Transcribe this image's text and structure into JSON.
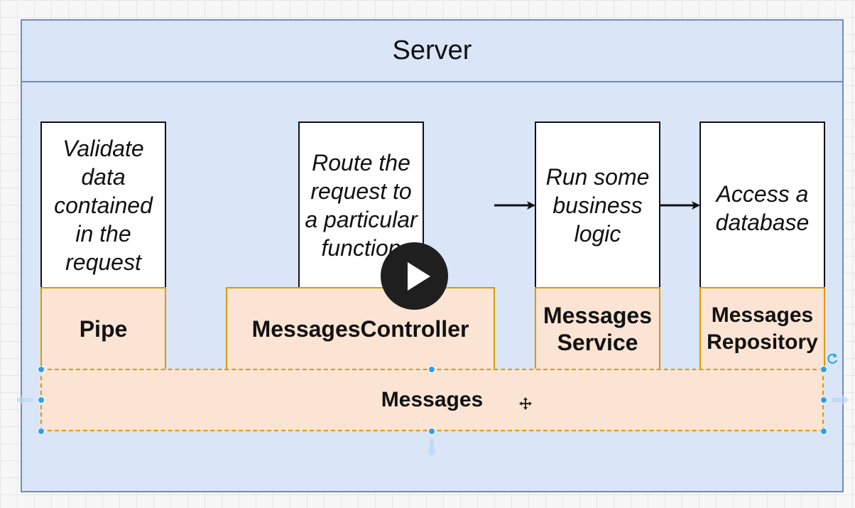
{
  "server": {
    "title": "Server"
  },
  "columns": [
    {
      "description": "Validate data contained in the request",
      "label": "Pipe"
    },
    {
      "description": "Route the request to a particular function",
      "label": "MessagesController"
    },
    {
      "description": "Run some business logic",
      "label": "Messages Service"
    },
    {
      "description": "Access a database",
      "label": "Messages Repository"
    }
  ],
  "messages": {
    "label": "Messages"
  },
  "colors": {
    "server_fill": "#dae5f7",
    "server_stroke": "#6c8ebf",
    "label_fill": "#fbe4d3",
    "label_stroke": "#d79b00",
    "selection_handle": "#29a0e8"
  },
  "icons": [
    "play-icon",
    "move-icon",
    "rotate-icon",
    "arrow-right-icon",
    "arrow-down-icon",
    "arrow-left-icon"
  ]
}
